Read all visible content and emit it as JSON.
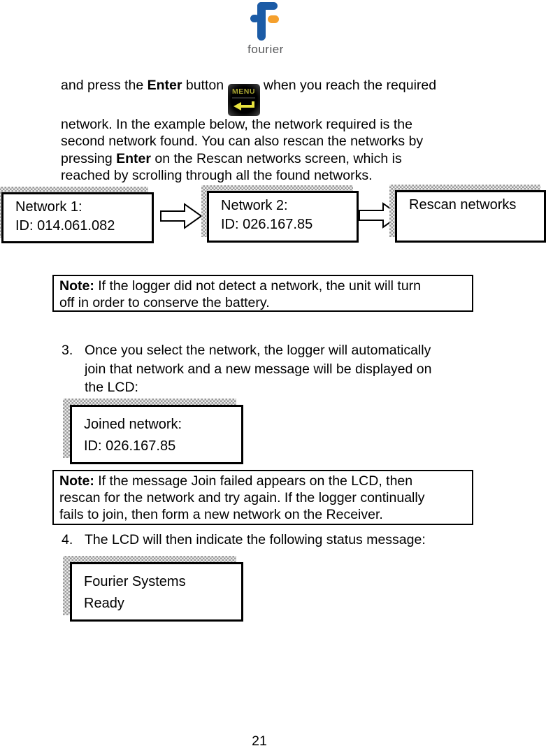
{
  "logo": {
    "brand": "fourier"
  },
  "colors": {
    "logo_blue": "#1b5ba6",
    "logo_orange": "#f5a02d",
    "logo_text_gray": "#58595b",
    "menu_label_olive": "#a8a433",
    "menu_arrow_yellow": "#e8e33f"
  },
  "intro": {
    "line1_pre": "and press the ",
    "line1_bold": "Enter",
    "line1_mid": " button ",
    "line1_post": " when you reach the required",
    "line2": "network. In the example below, the network required is the",
    "line3": "second network found. You can also rescan the networks by",
    "line4_pre": "pressing ",
    "line4_bold": "Enter",
    "line4_post": " on the Rescan networks screen, which is",
    "line5": "reached by scrolling through all the found networks."
  },
  "menu_button": {
    "label": "MENU"
  },
  "diagram": {
    "screens": [
      {
        "line1": "Network 1:",
        "line2": "ID: 014.061.082"
      },
      {
        "line1": "Network 2:",
        "line2": "ID: 026.167.85"
      },
      {
        "line1": "Rescan networks",
        "line2": ""
      }
    ]
  },
  "note1": {
    "bold": "Note:",
    "line1_rest": " If the logger did not detect a network, the unit will turn",
    "line2": "off in order to conserve the battery."
  },
  "step3": {
    "number": "3.",
    "line1": "Once you select the network, the logger will automatically",
    "line2": "join that network and a new message will be displayed on",
    "line3": "the LCD:"
  },
  "lcd_joined": {
    "line1": "Joined network:",
    "line2": "ID: 026.167.85"
  },
  "note2": {
    "bold": "Note:",
    "line1_rest": " If the message Join failed appears on the LCD, then",
    "line2": "rescan for the network and try again. If the logger continually",
    "line3": "fails to join, then form a new network on the Receiver."
  },
  "step4": {
    "number": "4.",
    "text": "The LCD will then indicate the following status message:"
  },
  "lcd_ready": {
    "line1": "Fourier Systems",
    "line2": "Ready"
  },
  "page_number": "21"
}
